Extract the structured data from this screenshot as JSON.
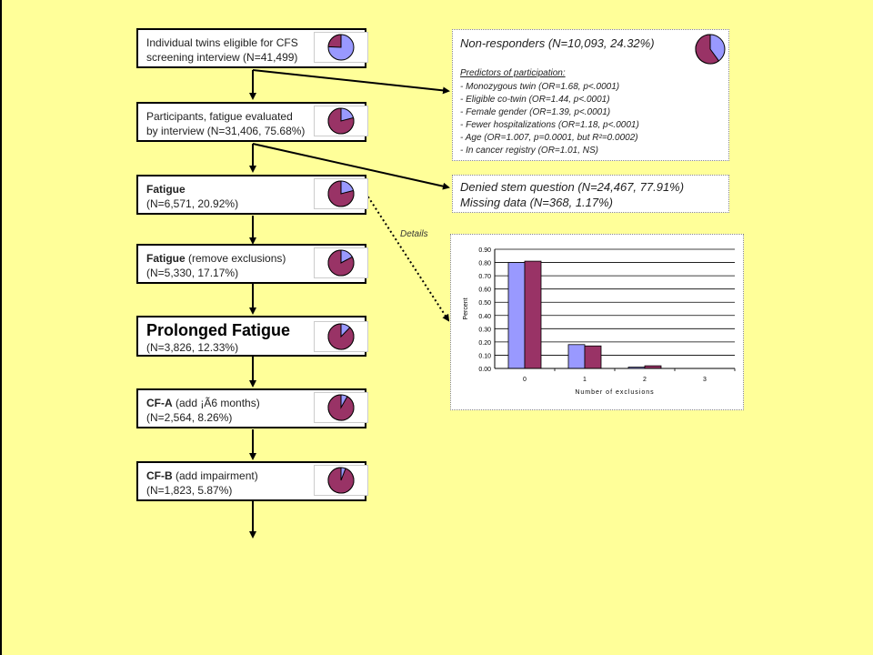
{
  "flow": {
    "boxes": [
      {
        "line1": "Individual twins eligible for CFS",
        "line2": "screening interview (N=41,499)",
        "fraction": 0.7568
      },
      {
        "line1": "Participants, fatigue evaluated",
        "line2": "by interview (N=31,406, 75.68%)",
        "fraction": 0.2092
      },
      {
        "title": "Fatigue",
        "line2": "(N=6,571, 20.92%)",
        "fraction": 0.2092
      },
      {
        "title": "Fatigue",
        "title_suffix": " (remove exclusions)",
        "line2": "(N=5,330, 17.17%)",
        "fraction": 0.1717
      },
      {
        "title": "Prolonged Fatigue",
        "line2": "(N=3,826, 12.33%)",
        "fraction": 0.1233
      },
      {
        "title": "CF-A",
        "title_suffix": " (add ¡Ã6 months)",
        "line2": "(N=2,564, 8.26%)",
        "fraction": 0.0826
      },
      {
        "title": "CF-B",
        "title_suffix": " (add impairment)",
        "line2": "(N=1,823, 5.87%)",
        "fraction": 0.0587
      }
    ]
  },
  "nonresponders": {
    "title": "Non-responders (N=10,093, 24.32%)",
    "predictors_heading": "Predictors of participation:",
    "predictors": [
      "-  Monozygous twin (OR=1.68, p<.0001)",
      "-  Eligible co-twin (OR=1.44, p<.0001)",
      "-  Female gender (OR=1.39, p<.0001)",
      "-  Fewer hospitalizations (OR=1.18, p<.0001)",
      "-  Age (OR=1.007, p=0.0001, but R²=0.0002)",
      "-  In cancer registry (OR=1.01, NS)"
    ],
    "fraction": 0.4
  },
  "denied": {
    "line1": "Denied stem question (N=24,467, 77.91%)",
    "line2": "Missing data (N=368, 1.17%)"
  },
  "details_label": "Details",
  "colors": {
    "pie_light": "#9999FF",
    "pie_dark": "#993366",
    "background": "#FFFF99"
  },
  "chart_data": {
    "type": "bar",
    "categories": [
      "0",
      "1",
      "2",
      "3"
    ],
    "series": [
      {
        "values": [
          0.8,
          0.18,
          0.01,
          0.0
        ]
      },
      {
        "values": [
          0.81,
          0.17,
          0.02,
          0.0
        ]
      }
    ],
    "xlabel": "Number of exclusions",
    "ylabel": "Percent",
    "ylim": [
      0,
      0.9
    ],
    "yticks": [
      "0.00",
      "0.10",
      "0.20",
      "0.30",
      "0.40",
      "0.50",
      "0.60",
      "0.70",
      "0.80",
      "0.90"
    ],
    "grid": true
  }
}
